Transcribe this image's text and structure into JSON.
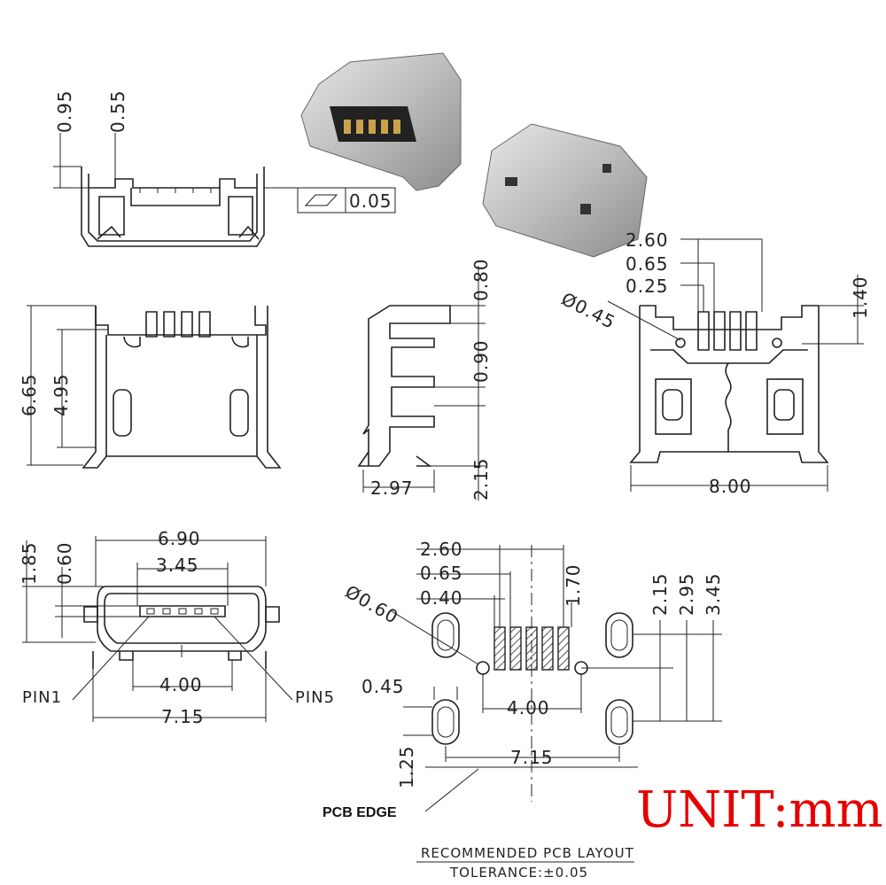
{
  "unit_label": "UNIT:mm",
  "views": {
    "front_top": {
      "d1": "0.95",
      "d2": "0.55",
      "flatness": "0.05"
    },
    "top": {
      "height": "6.65",
      "inner": "4.95"
    },
    "side": {
      "d1": "0.80",
      "d2": "0.90",
      "d3": "2.15",
      "width": "2.97"
    },
    "rear": {
      "d1": "2.60",
      "d2": "0.65",
      "d3": "0.25",
      "dia": "Ø0.45",
      "d4": "1.40",
      "width": "8.00"
    },
    "front": {
      "d1": "6.90",
      "d2": "3.45",
      "d3": "1.85",
      "d4": "0.60",
      "d5": "4.00",
      "d6": "7.15",
      "pin1": "PIN1",
      "pin5": "PIN5"
    },
    "pcb": {
      "d1": "2.60",
      "d2": "0.65",
      "d3": "0.40",
      "d4": "1.70",
      "dia": "Ø0.60",
      "d5": "2.15",
      "d6": "2.95",
      "d7": "3.45",
      "d8": "0.45",
      "d9": "4.00",
      "d10": "7.15",
      "d11": "1.25",
      "edge": "PCB EDGE"
    }
  },
  "footer": {
    "title": "RECOMMENDED  PCB  LAYOUT",
    "tolerance": "TOLERANCE:±0.05"
  },
  "colors": {
    "line": "#222222",
    "unit": "#e60000",
    "metal": "#c9c9c9"
  }
}
